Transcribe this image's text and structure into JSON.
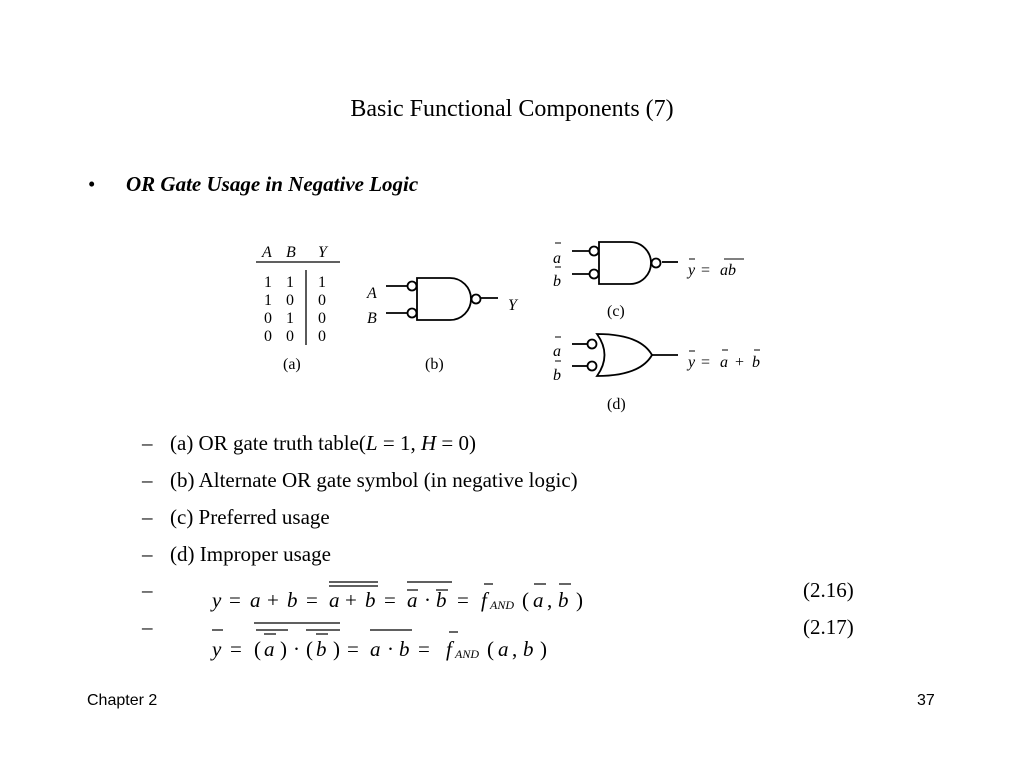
{
  "title": "Basic Functional Components (7)",
  "bullet": "•",
  "heading": "OR Gate Usage in Negative Logic",
  "truth_table": {
    "headers": [
      "A",
      "B",
      "Y"
    ],
    "rows": [
      [
        "1",
        "1",
        "1"
      ],
      [
        "1",
        "0",
        "0"
      ],
      [
        "0",
        "1",
        "0"
      ],
      [
        "0",
        "0",
        "0"
      ]
    ]
  },
  "figure_labels": {
    "a": "(a)",
    "b": "(b)",
    "c": "(c)",
    "d": "(d)"
  },
  "gate_b": {
    "in1": "A",
    "in2": "B",
    "out": "Y"
  },
  "gate_c": {
    "in1": "a",
    "in2": "b",
    "out_lhs": "y",
    "out_rhs": "ab"
  },
  "gate_d": {
    "in1": "a",
    "in2": "b",
    "out_lhs": "y",
    "out_rhs_a": "a",
    "out_rhs_b": "b"
  },
  "items": [
    {
      "dash": "–",
      "text_a": "(a) OR gate truth table(",
      "L": "L",
      "eq1": " = 1, ",
      "H": "H",
      "eq2": " = 0)"
    },
    {
      "dash": "–",
      "text": "(b) Alternate OR gate symbol (in negative logic)"
    },
    {
      "dash": "–",
      "text": "(c) Preferred usage"
    },
    {
      "dash": "–",
      "text": "(d) Improper usage"
    },
    {
      "dash": "–",
      "eqnum": "(2.16)"
    },
    {
      "dash": "–",
      "eqnum": "(2.17)"
    }
  ],
  "eq216": {
    "y": "y",
    "eq": "=",
    "a": "a",
    "plus": "+",
    "b": "b",
    "dot": "·",
    "f": "f",
    "sub": "AND",
    "lp": "(",
    "comma": ",",
    "rp": ")"
  },
  "eq217": {
    "y": "y",
    "eq": "=",
    "a": "a",
    "b": "b",
    "dot": "·",
    "f": "f",
    "sub": "AND",
    "lp": "(",
    "comma": ",",
    "rp": ")"
  },
  "footer": {
    "left": "Chapter 2",
    "right": "37"
  }
}
